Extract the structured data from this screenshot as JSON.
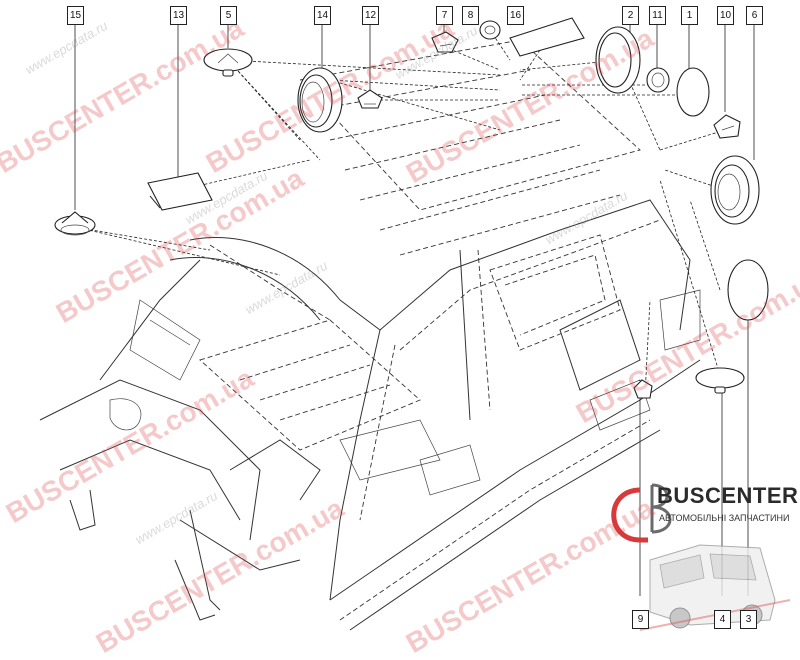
{
  "callouts": [
    {
      "label": "15"
    },
    {
      "label": "13"
    },
    {
      "label": "5"
    },
    {
      "label": "14"
    },
    {
      "label": "12"
    },
    {
      "label": "7"
    },
    {
      "label": "8"
    },
    {
      "label": "16"
    },
    {
      "label": "2"
    },
    {
      "label": "11"
    },
    {
      "label": "1"
    },
    {
      "label": "10"
    },
    {
      "label": "6"
    },
    {
      "label": "9"
    },
    {
      "label": "4"
    },
    {
      "label": "3"
    }
  ],
  "logo": {
    "name": "BUSCENTER",
    "tagline": "АВТОМОБІЛЬНІ ЗАПЧАСТИНИ"
  },
  "watermarks": {
    "brand": "BUSCENTER",
    "domain": "BUSCENTER.com.ua",
    "url": "www.epcdata.ru"
  },
  "colors": {
    "line": "#222222",
    "watermark": "#dc3c3c",
    "logo_accent": "#d63a3a"
  }
}
